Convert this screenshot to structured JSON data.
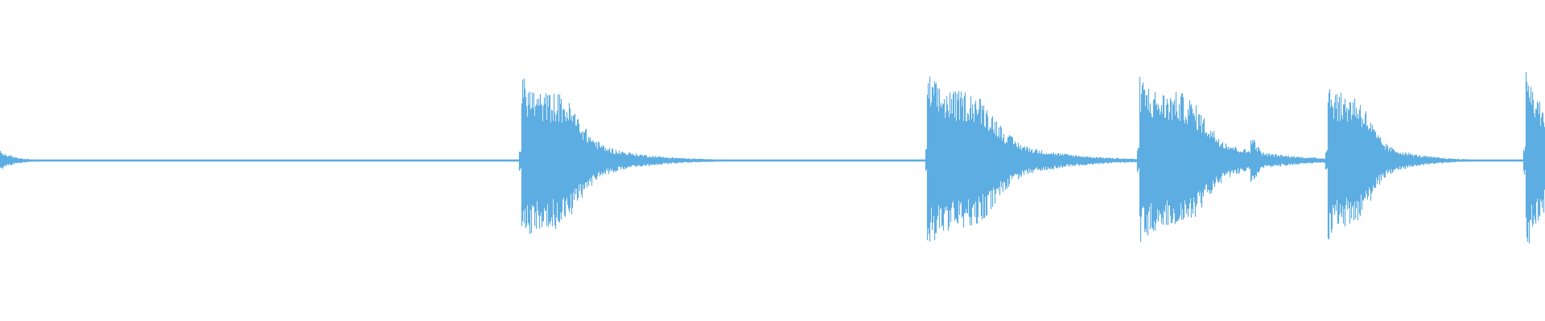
{
  "waveform": {
    "color": "#5dade2",
    "background": "#ffffff",
    "baseline_amplitude": 0.012,
    "noise_floor": 0.006,
    "events": [
      {
        "t": 0.0,
        "peak": 0.11,
        "decay": 0.01,
        "kind": "fade-in-start"
      },
      {
        "t": 0.337,
        "peak": 0.98,
        "decay": 0.03,
        "kind": "transient"
      },
      {
        "t": 0.6,
        "peak": 1.0,
        "decay": 0.035,
        "kind": "transient"
      },
      {
        "t": 0.737,
        "peak": 0.98,
        "decay": 0.034,
        "kind": "transient"
      },
      {
        "t": 0.809,
        "peak": 0.38,
        "decay": 0.006,
        "kind": "click"
      },
      {
        "t": 0.859,
        "peak": 0.96,
        "decay": 0.022,
        "kind": "transient"
      },
      {
        "t": 0.987,
        "peak": 1.1,
        "decay": 0.02,
        "kind": "transient-end"
      }
    ]
  }
}
